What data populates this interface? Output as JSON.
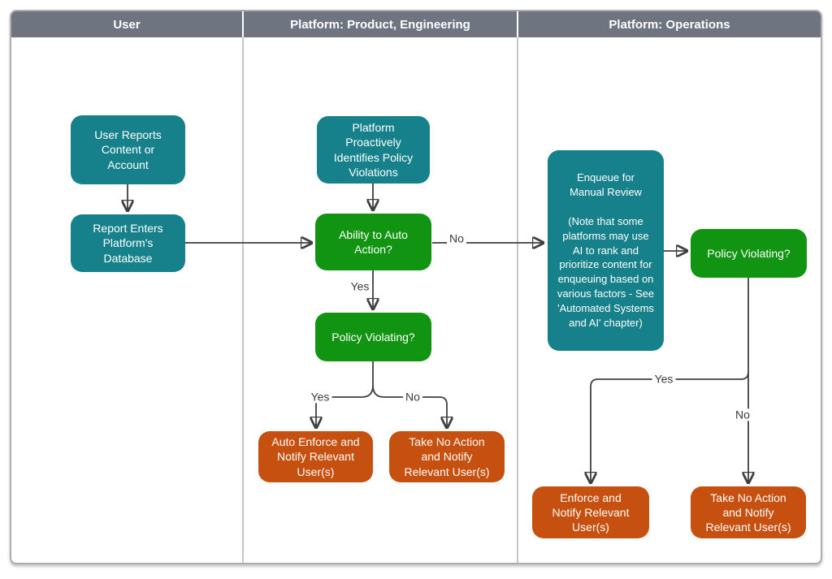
{
  "lanes": [
    {
      "label": "User"
    },
    {
      "label": "Platform: Product, Engineering"
    },
    {
      "label": "Platform: Operations"
    }
  ],
  "nodes": {
    "user_reports": {
      "label": "User Reports\nContent or\nAccount",
      "color": "teal"
    },
    "report_enters": {
      "label": "Report Enters\nPlatform's\nDatabase",
      "color": "teal"
    },
    "platform_proactive": {
      "label": "Platform\nProactively\nIdentifies Policy\nViolations",
      "color": "teal"
    },
    "ability_to_auto_action": {
      "label": "Ability to Auto\nAction?",
      "color": "green"
    },
    "policy_violating_product": {
      "label": "Policy Violating?",
      "color": "green"
    },
    "auto_enforce": {
      "label": "Auto Enforce and\nNotify Relevant\nUser(s)",
      "color": "orange"
    },
    "take_no_action_product": {
      "label": "Take No Action\nand Notify\nRelevant User(s)",
      "color": "orange"
    },
    "enqueue_manual_review": {
      "label": "Enqueue for\nManual Review\n\n(Note that some\nplatforms may use\nAI to rank and\nprioritize content for\nenqueuing based on\nvarious factors - See\n'Automated Systems\nand AI' chapter)",
      "color": "teal"
    },
    "policy_violating_ops": {
      "label": "Policy Violating?",
      "color": "green"
    },
    "enforce_notify_ops": {
      "label": "Enforce and\nNotify Relevant\nUser(s)",
      "color": "orange"
    },
    "take_no_action_ops": {
      "label": "Take No Action\nand Notify\nRelevant User(s)",
      "color": "orange"
    }
  },
  "edge_labels": {
    "ability_yes": "Yes",
    "ability_no": "No",
    "product_yes": "Yes",
    "product_no": "No",
    "ops_yes": "Yes",
    "ops_no": "No"
  },
  "colors": {
    "teal": "#17818B",
    "green": "#119411",
    "orange": "#C6500F",
    "header_bg": "#6E7581",
    "arrow": "#3F3F3F",
    "lane_border": "#C6C6C6"
  }
}
